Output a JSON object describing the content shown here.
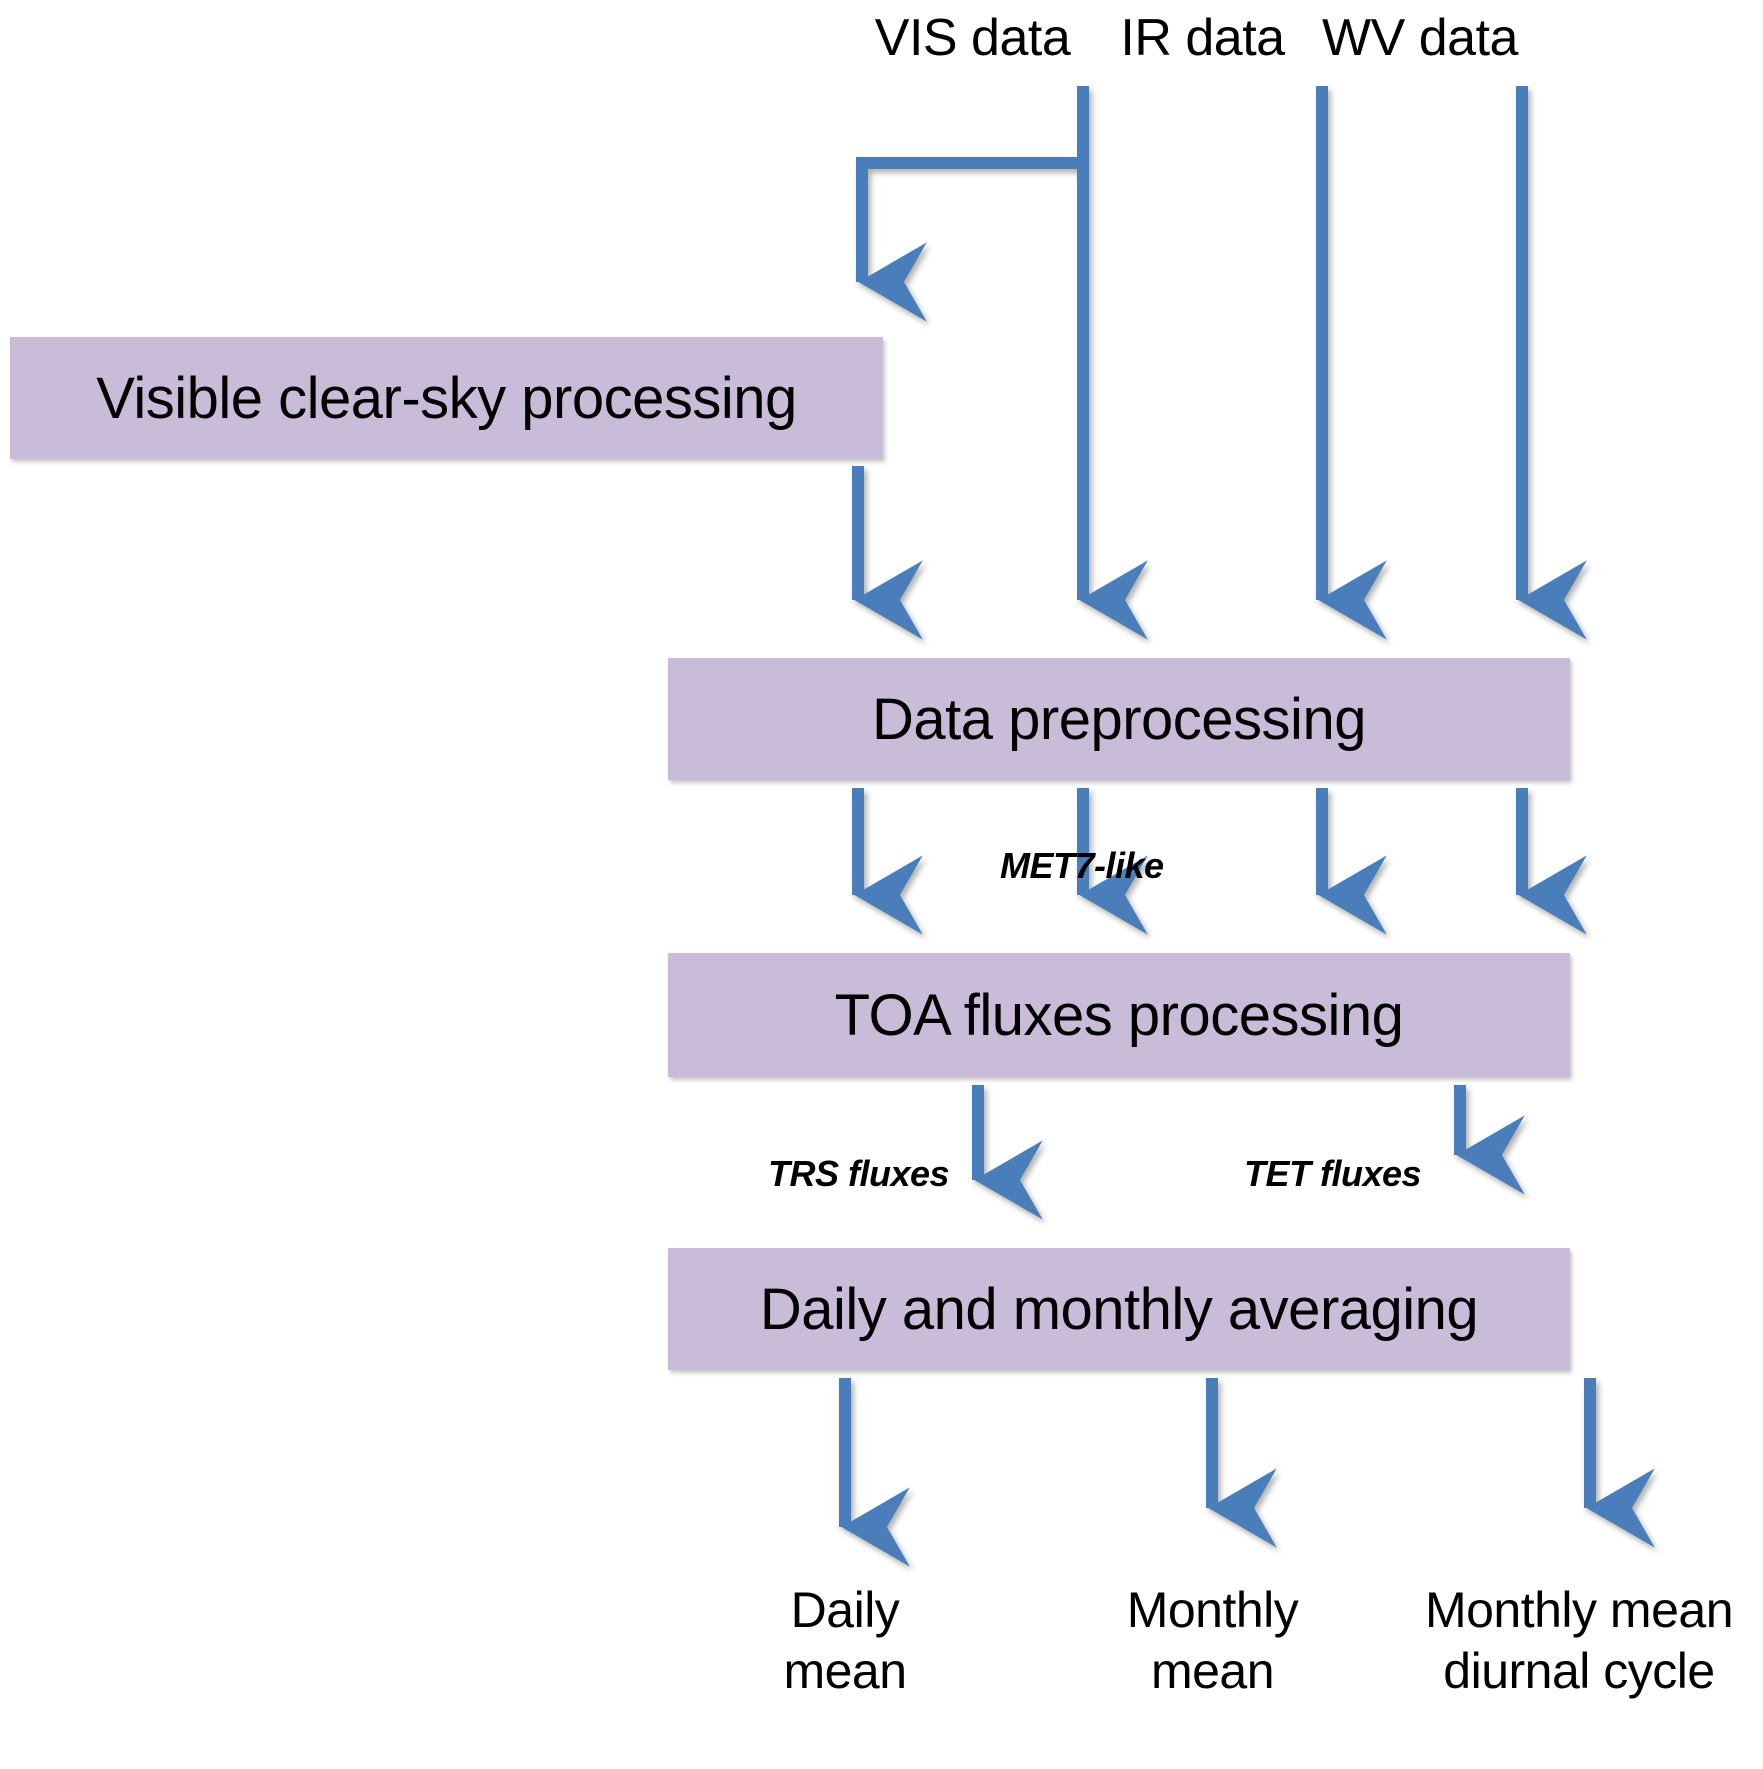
{
  "diagram": {
    "title": "Satellite radiation data processing chain",
    "colors": {
      "box_fill": "#c9bcd9",
      "arrow": "#4a7ebb",
      "text": "#000000",
      "background": "#ffffff"
    }
  },
  "sources": [
    {
      "id": "vis",
      "label": "VIS data"
    },
    {
      "id": "ir",
      "label": "IR data"
    },
    {
      "id": "wv",
      "label": "WV data"
    }
  ],
  "boxes": [
    {
      "id": "visible-clear-sky-processing",
      "label": "Visible clear-sky processing"
    },
    {
      "id": "data-preprocessing",
      "label": "Data preprocessing"
    },
    {
      "id": "toa-fluxes-processing",
      "label": "TOA fluxes processing"
    },
    {
      "id": "daily-and-monthly-averaging",
      "label": "Daily and monthly averaging"
    }
  ],
  "edge_labels": [
    {
      "id": "met7-like",
      "label": "MET7-like"
    },
    {
      "id": "trs-fluxes",
      "label": "TRS fluxes"
    },
    {
      "id": "tet-fluxes",
      "label": "TET fluxes"
    }
  ],
  "outputs": [
    {
      "id": "daily-mean",
      "label": "Daily\nmean"
    },
    {
      "id": "monthly-mean",
      "label": "Monthly\nmean"
    },
    {
      "id": "monthly-mean-diurnal-cycle",
      "label": "Monthly mean\ndiurnal cycle"
    }
  ]
}
